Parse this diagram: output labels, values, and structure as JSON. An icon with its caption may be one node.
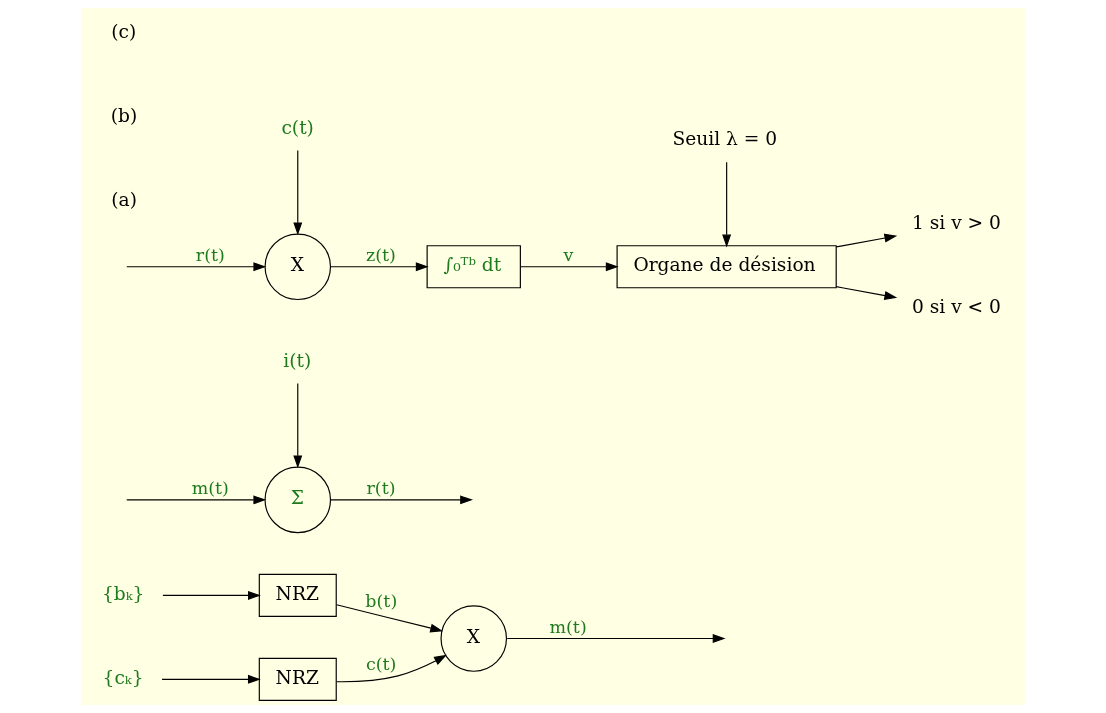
{
  "diagram": {
    "nodes": [
      {
        "text": [
          "{bₖ}"
        ]
      },
      {
        "text": [
          "NRZ"
        ]
      },
      {
        "text": [
          "X"
        ]
      },
      {
        "text": [
          "{cₖ}"
        ]
      },
      {
        "text": [
          "NRZ"
        ]
      },
      {
        "text": [
          "Σ"
        ]
      },
      {
        "text": [
          "i(t)"
        ]
      },
      {
        "text": [
          "X"
        ]
      },
      {
        "text": [
          "c(t)"
        ]
      },
      {
        "text": [
          "∫₀ᵀᵇ dt"
        ]
      },
      {
        "text": [
          "Organe de désision"
        ]
      },
      {
        "text": [
          "1 si v > 0"
        ]
      },
      {
        "text": [
          "0 si v < 0"
        ]
      },
      {
        "text": [
          "Seuil λ = 0"
        ]
      }
    ],
    "edges": [
      {
        "from": 0,
        "to": 1,
        "arrow": "to"
      },
      {
        "from": 1,
        "to": 2,
        "arrow": "to",
        "label": "b(t)"
      },
      {
        "from": 2,
        "to": null,
        "arrow": "to",
        "label": "m(t)"
      },
      {
        "from": 3,
        "to": 4,
        "arrow": "to"
      },
      {
        "from": 4,
        "to": 2,
        "arrow": "to",
        "label": "c(t)"
      },
      {
        "from": 5,
        "to": null,
        "arrow": "to",
        "label": "r(t)"
      },
      {
        "from": null,
        "to": 5,
        "arrow": "to",
        "label": "m(t)"
      },
      {
        "from": 6,
        "to": 5,
        "arrow": "to"
      },
      {
        "from": null,
        "to": 7,
        "arrow": "to",
        "label": "r(t)"
      },
      {
        "from": 8,
        "to": 7,
        "arrow": "to"
      },
      {
        "from": 7,
        "to": 9,
        "arrow": "to",
        "label": "z(t)"
      },
      {
        "from": 9,
        "to": 10,
        "arrow": "to",
        "label": "v"
      },
      {
        "from": 10,
        "to": 11,
        "arrow": "to"
      },
      {
        "from": 10,
        "to": 12,
        "arrow": "to"
      },
      {
        "from": 13,
        "to": 10,
        "arrow": "to"
      }
    ],
    "labels": [
      "(a)",
      "(b)",
      "(c)"
    ]
  }
}
